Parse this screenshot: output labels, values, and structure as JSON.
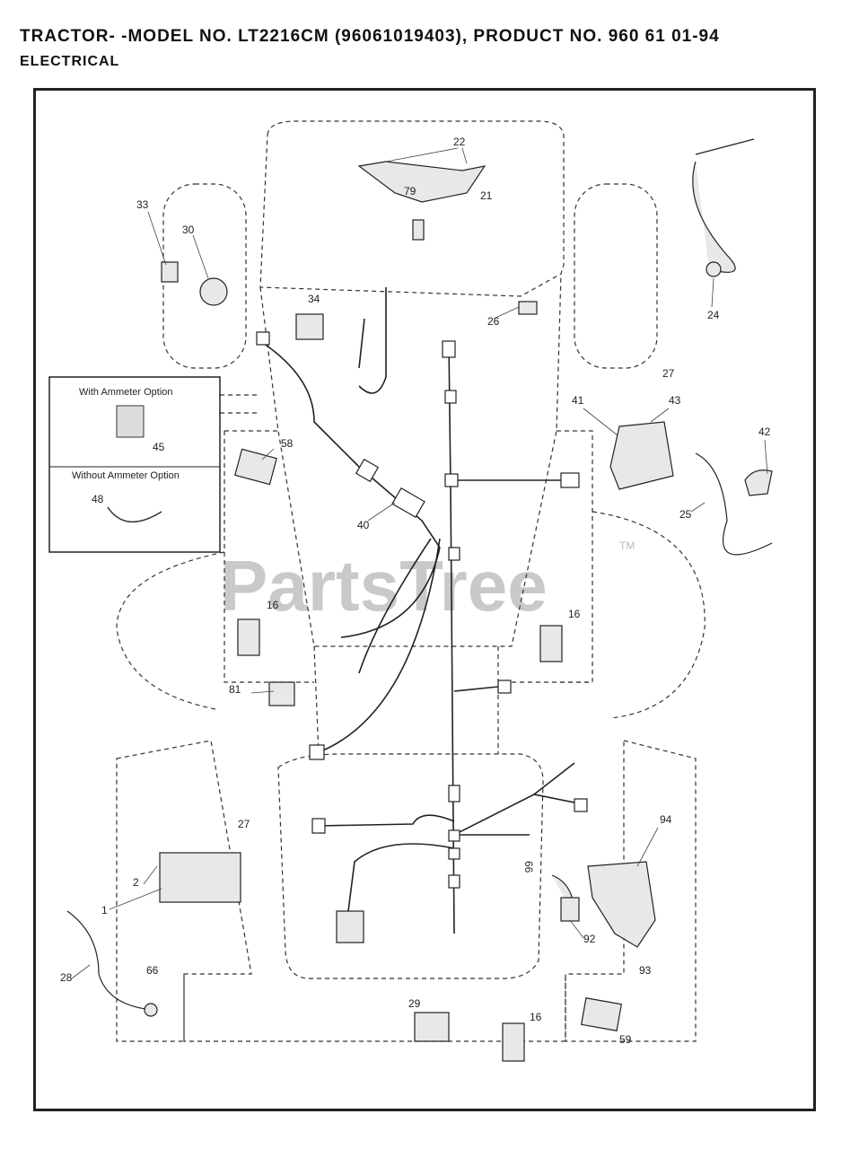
{
  "header": {
    "title": "TRACTOR- -MODEL NO. LT2216CM (96061019403), PRODUCT NO. 960 61 01-94",
    "subtitle": "ELECTRICAL"
  },
  "watermark": {
    "text": "PartsTree",
    "tm": "TM"
  },
  "options_box": {
    "with_label": "With Ammeter Option",
    "without_label": "Without Ammeter Option"
  },
  "callouts": {
    "c22": "22",
    "c79": "79",
    "c21": "21",
    "c33": "33",
    "c30": "30",
    "c34": "34",
    "c26": "26",
    "c24": "24",
    "c27a": "27",
    "c41": "41",
    "c43": "43",
    "c42": "42",
    "c25": "25",
    "c45": "45",
    "c48": "48",
    "c58": "58",
    "c40": "40",
    "c16a": "16",
    "c16b": "16",
    "c81": "81",
    "c27b": "27",
    "c2": "2",
    "c1": "1",
    "c28": "28",
    "c66a": "66",
    "c66b": "66",
    "c94": "94",
    "c92": "92",
    "c93": "93",
    "c29": "29",
    "c16c": "16",
    "c59": "59"
  }
}
